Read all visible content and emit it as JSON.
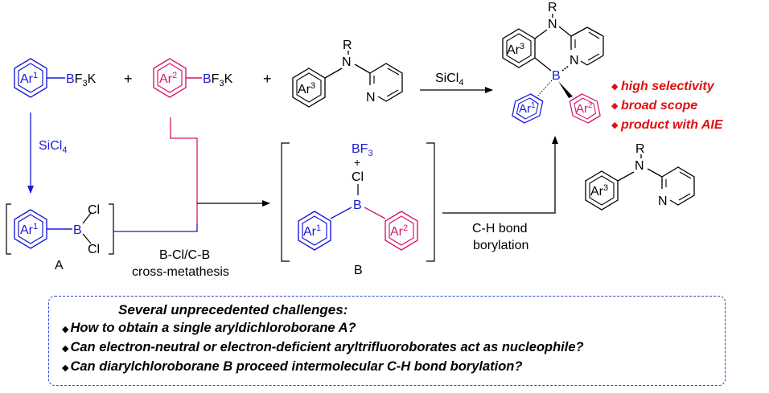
{
  "colors": {
    "ar1": "#1a1ad6",
    "ar2": "#d6186f",
    "boron": "#1a1ad6",
    "highlight": "#e01010",
    "box": "#2b3fd0",
    "ink": "#000000"
  },
  "reagents": {
    "ar1": "Ar",
    "ar1_sup": "1",
    "ar2": "Ar",
    "ar2_sup": "2",
    "ar3": "Ar",
    "ar3_sup": "3",
    "boron": "B",
    "bf3k_f": "F",
    "bf3k_3": "3",
    "bf3k_k": "K",
    "plus": "+",
    "amine_n": "N",
    "amine_r": "R",
    "pyridine_n": "N"
  },
  "conditions": {
    "sicl4": "SiCl",
    "sicl4_sub": "4"
  },
  "intermediate_a": {
    "label": "A",
    "cl": "Cl"
  },
  "intermediate_b": {
    "label": "B",
    "bf3": "BF",
    "bf3_sub": "3",
    "plus": "+",
    "cl": "Cl"
  },
  "steps": {
    "metathesis_line1": "B-Cl/C-B",
    "metathesis_line2": "cross-metathesis",
    "borylation_line1": "C-H bond",
    "borylation_line2": "borylation"
  },
  "product_features": [
    "high selectivity",
    "broad scope",
    "product with AIE"
  ],
  "challenges": {
    "heading": "Several unprecedented challenges:",
    "items": [
      "How to obtain a single aryldichloroborane A?",
      "Can electron-neutral or electron-deficient aryltrifluoroborates act as nucleophile?",
      "Can diarylchloroborane B proceed intermolecular C-H bond borylation?"
    ]
  }
}
